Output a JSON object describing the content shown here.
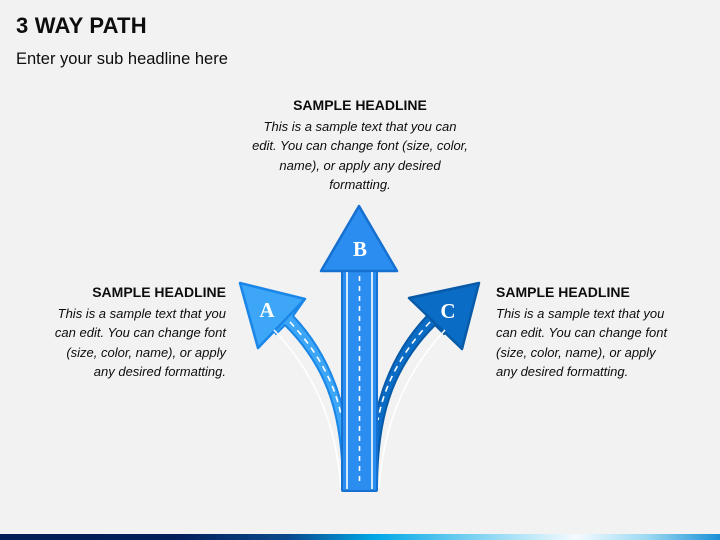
{
  "slide": {
    "title": "3 WAY PATH",
    "subtitle": "Enter your sub headline here"
  },
  "paths": [
    {
      "letter": "A",
      "position": "left",
      "color": "#3ea6f7",
      "headline": "SAMPLE HEADLINE",
      "body": "This is a sample text that you can edit. You can change font (size, color, name), or apply any desired formatting."
    },
    {
      "letter": "B",
      "position": "top",
      "color": "#2b8df0",
      "headline": "SAMPLE HEADLINE",
      "body": "This is a sample text that you can edit. You can change font (size, color, name), or apply any desired formatting."
    },
    {
      "letter": "C",
      "position": "right",
      "color": "#0a6cc4",
      "headline": "SAMPLE HEADLINE",
      "body": "This is a sample text that you can edit. You can change font (size, color, name), or apply any desired formatting."
    }
  ],
  "colors": {
    "background": "#f2f2f2",
    "arrow_a": "#3ea6f7",
    "arrow_b": "#2b8df0",
    "arrow_c": "#0a6cc4",
    "arrow_outline": "#1670d0"
  }
}
